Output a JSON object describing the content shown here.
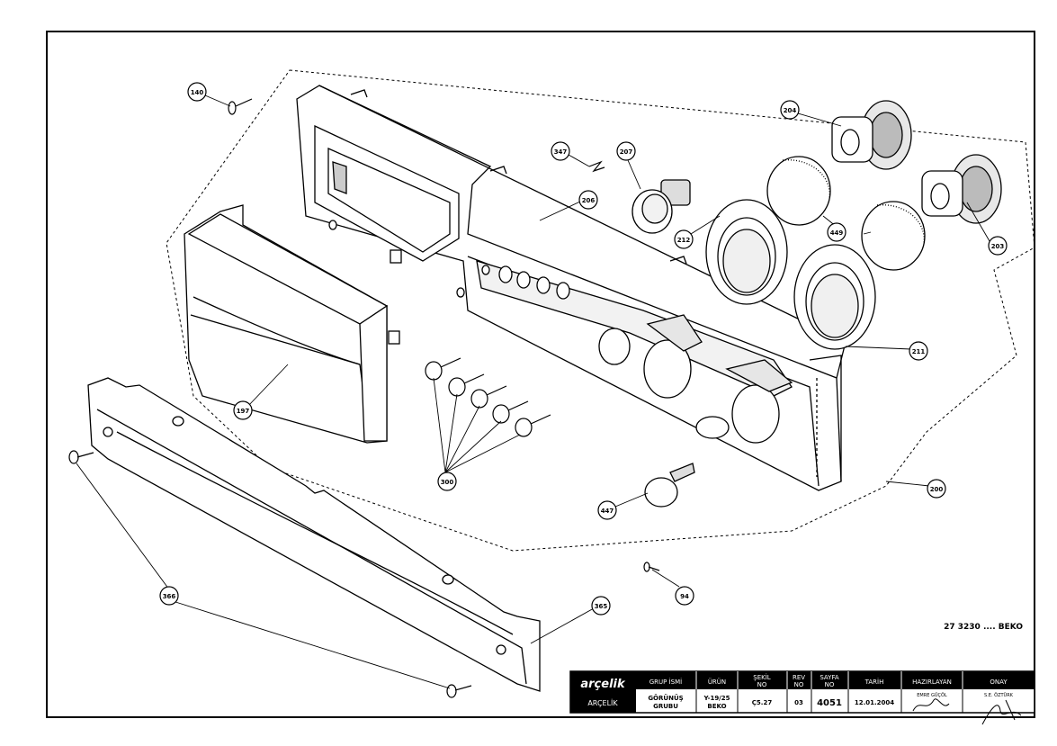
{
  "drawing_code": "27 3230 .... BEKO",
  "callouts": {
    "c140": "140",
    "c347": "347",
    "c207": "207",
    "c206": "206",
    "c204": "204",
    "c212": "212",
    "c449": "449",
    "c203": "203",
    "c211": "211",
    "c197": "197",
    "c300": "300",
    "c200": "200",
    "c447": "447",
    "c94": "94",
    "c366": "366",
    "c365": "365"
  },
  "title_block": {
    "company": "arçelik",
    "company_sub": "ARÇELİK",
    "grup_isim_label": "GRUP İSMİ",
    "grup_isim_value_1": "GÖRÜNÜŞ",
    "grup_isim_value_2": "GRUBU",
    "urun_label": "ÜRÜN",
    "urun_value_1": "Y-19/25",
    "urun_value_2": "BEKO",
    "sekil_label_1": "ŞEKİL",
    "sekil_label_2": "NO",
    "sekil_value": "Ç5.27",
    "rev_label_1": "REV",
    "rev_label_2": "NO",
    "rev_value": "03",
    "sayfa_label_1": "SAYFA",
    "sayfa_label_2": "NO",
    "sayfa_value": "4051",
    "tarih_label": "TARİH",
    "tarih_value": "12.01.2004",
    "hazirlayan_label": "HAZIRLAYAN",
    "hazirlayan_value": "EMRE GÜÇÖL",
    "onay_label": "ONAY",
    "onay_value": "S.E. ÖZTÜRK"
  }
}
